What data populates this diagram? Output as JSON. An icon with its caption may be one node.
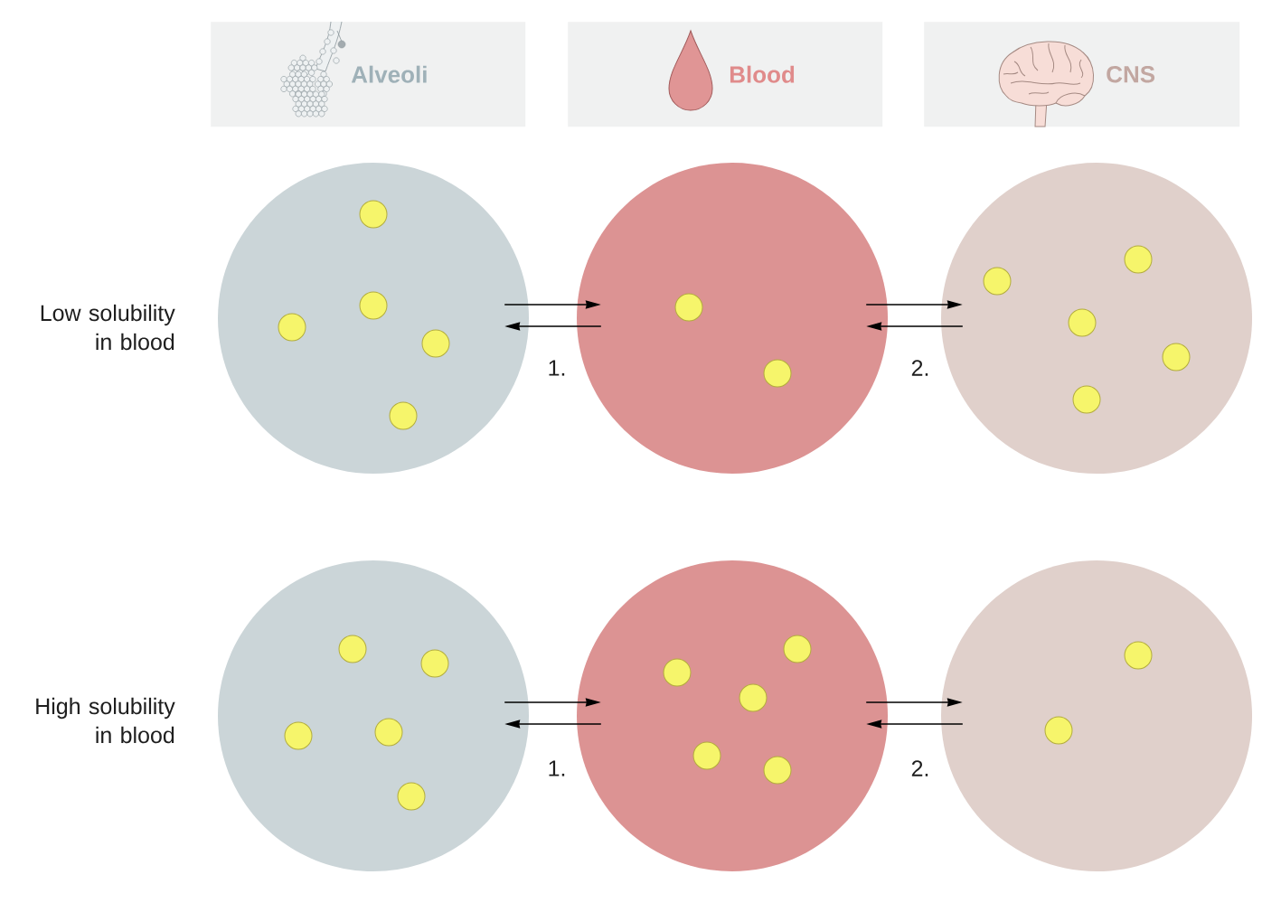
{
  "diagram": {
    "nodes": [
      {
        "text": [
          "Alveoli"
        ]
      },
      {
        "text": [
          "Blood"
        ]
      },
      {
        "text": [
          "CNS"
        ]
      },
      {
        "text": [],
        "shape": "circle"
      },
      {
        "text": [],
        "shape": "circle"
      },
      {
        "text": [],
        "shape": "circle"
      },
      {
        "text": [],
        "shape": "circle"
      },
      {
        "text": [],
        "shape": "circle"
      },
      {
        "text": [],
        "shape": "circle"
      },
      {
        "text": [],
        "shape": "circle",
        "in": 3
      },
      {
        "text": [],
        "shape": "circle",
        "in": 3
      },
      {
        "text": [],
        "shape": "circle",
        "in": 3
      },
      {
        "text": [],
        "shape": "circle",
        "in": 3
      },
      {
        "text": [],
        "shape": "circle",
        "in": 3
      },
      {
        "text": [],
        "shape": "circle",
        "in": 4
      },
      {
        "text": [],
        "shape": "circle",
        "in": 4
      },
      {
        "text": [],
        "shape": "circle",
        "in": 5
      },
      {
        "text": [],
        "shape": "circle",
        "in": 5
      },
      {
        "text": [],
        "shape": "circle",
        "in": 5
      },
      {
        "text": [],
        "shape": "circle",
        "in": 5
      },
      {
        "text": [],
        "shape": "circle",
        "in": 5
      },
      {
        "text": [],
        "shape": "circle",
        "in": 6
      },
      {
        "text": [],
        "shape": "circle",
        "in": 6
      },
      {
        "text": [],
        "shape": "circle",
        "in": 6
      },
      {
        "text": [],
        "shape": "circle",
        "in": 6
      },
      {
        "text": [],
        "shape": "circle",
        "in": 6
      },
      {
        "text": [],
        "shape": "circle",
        "in": 7
      },
      {
        "text": [],
        "shape": "circle",
        "in": 7
      },
      {
        "text": [],
        "shape": "circle",
        "in": 7
      },
      {
        "text": [],
        "shape": "circle",
        "in": 7
      },
      {
        "text": [],
        "shape": "circle",
        "in": 7
      },
      {
        "text": [],
        "shape": "circle",
        "in": 8
      },
      {
        "text": [],
        "shape": "circle",
        "in": 8
      }
    ],
    "edges": [
      {
        "from": 3,
        "to": 4,
        "arrow": "to"
      },
      {
        "from": 4,
        "to": 3,
        "arrow": "to"
      },
      {
        "from": 4,
        "to": 5,
        "arrow": "to"
      },
      {
        "from": 5,
        "to": 4,
        "arrow": "to"
      },
      {
        "from": 6,
        "to": 7,
        "arrow": "to"
      },
      {
        "from": 7,
        "to": 6,
        "arrow": "to"
      },
      {
        "from": 7,
        "to": 8,
        "arrow": "to"
      },
      {
        "from": 8,
        "to": 7,
        "arrow": "to"
      }
    ],
    "labels": [
      "Low solubility in blood",
      "1.",
      "2.",
      "High solubility in blood",
      "1.",
      "2."
    ]
  }
}
